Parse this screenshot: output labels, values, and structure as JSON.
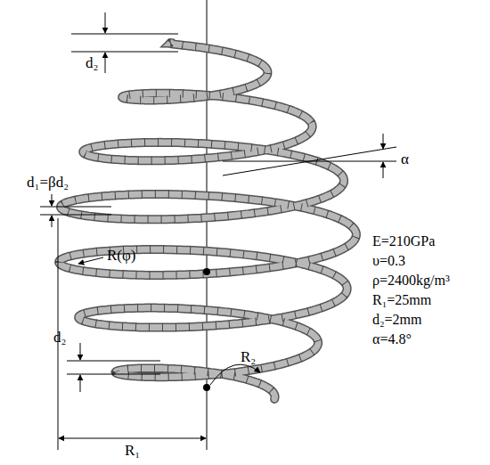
{
  "diagram": {
    "labels": [
      "d₂",
      "α",
      "d₁=βd₂",
      "R(φ)",
      "R₂",
      "d₂",
      "R₁",
      "E=210GPa",
      "υ=0.3",
      "ρ=2400kg/m³",
      "R₁=25mm",
      "d₂=2mm",
      "α=4.8°"
    ]
  }
}
